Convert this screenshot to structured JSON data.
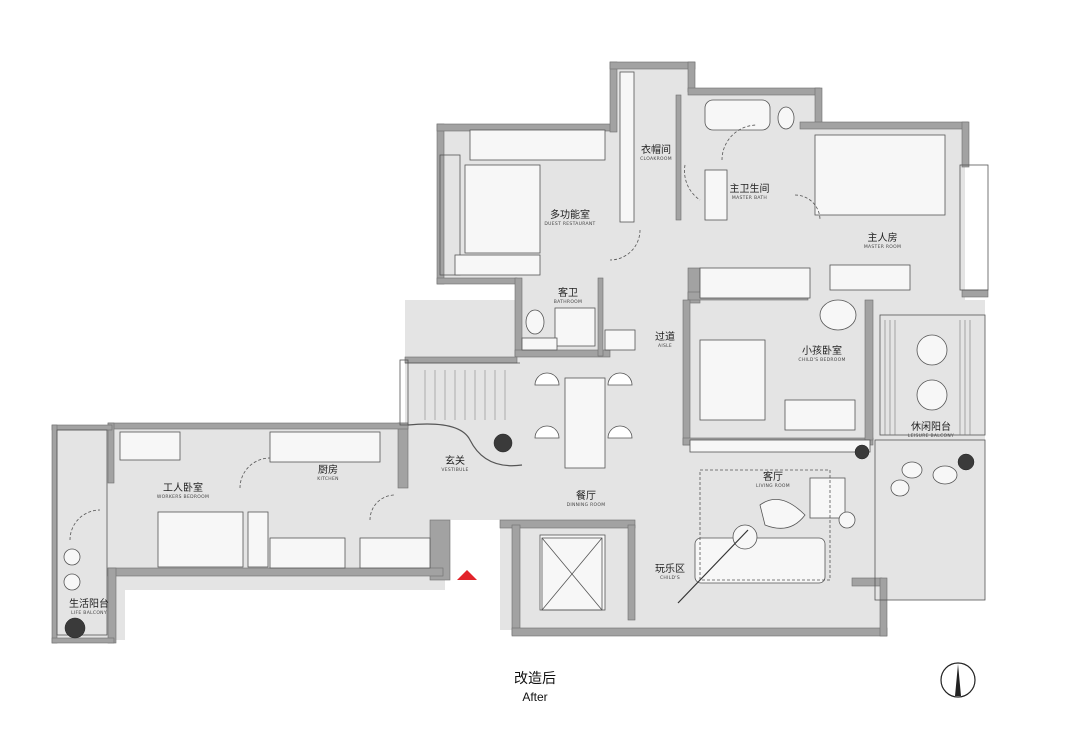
{
  "rooms": {
    "cloakroom": {
      "cn": "衣帽间",
      "en": "CLOAKROOM"
    },
    "master_bath": {
      "cn": "主卫生间",
      "en": "MASTER BATH"
    },
    "master_room": {
      "cn": "主人房",
      "en": "MASTER ROOM"
    },
    "multi_restaurant": {
      "cn": "多功能室",
      "en": "DUEST RESTAURANT"
    },
    "bathroom": {
      "cn": "客卫",
      "en": "BATHROOM"
    },
    "aisle": {
      "cn": "过道",
      "en": "AISLE"
    },
    "childs_bedroom": {
      "cn": "小孩卧室",
      "en": "CHILD'S BEDROOM"
    },
    "leisure_balcony": {
      "cn": "休闲阳台",
      "en": "LEISURE BALCONY"
    },
    "kitchen": {
      "cn": "厨房",
      "en": "KITCHEN"
    },
    "vestibule": {
      "cn": "玄关",
      "en": "VESTIBULE"
    },
    "living_room": {
      "cn": "客厅",
      "en": "LIVING ROOM"
    },
    "workers_bedroom": {
      "cn": "工人卧室",
      "en": "WORKERS BEDROOM"
    },
    "dinning_room": {
      "cn": "餐厅",
      "en": "DINNING ROOM"
    },
    "play_area": {
      "cn": "玩乐区",
      "en": "CHILD'S"
    },
    "life_balcony": {
      "cn": "生活阳台",
      "en": "LIFE BALCONY"
    }
  },
  "caption": {
    "cn": "改造后",
    "en": "After"
  },
  "colors": {
    "wall": "#a2a2a2",
    "floor": "#e4e4e4",
    "line": "#555555",
    "entry_marker": "#e2232a"
  },
  "icons": {
    "north": "north-arrow-icon",
    "entry": "entrance-marker-icon"
  }
}
